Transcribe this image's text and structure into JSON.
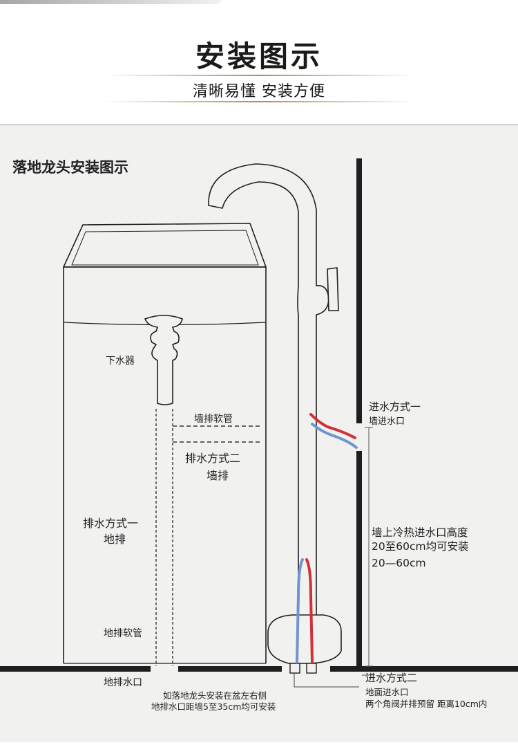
{
  "header": {
    "title": "安装图示",
    "subtitle": "清晰易懂 安装方便"
  },
  "diagram": {
    "title": "落地龙头安装图示",
    "labels": {
      "drain_fitting": "下水器",
      "wall_hose": "墙排软管",
      "drain_method_two": "排水方式二",
      "wall_drain": "墙排",
      "drain_method_one": "排水方式一",
      "floor_drain": "地排",
      "floor_hose": "地排软管",
      "floor_outlet": "地排水口",
      "note_line1": "如落地龙头安装在盆左右侧",
      "note_line2": "地排水口距墙5至35cm均可安装",
      "inlet_method_one": "进水方式一",
      "wall_inlet": "墙进水口",
      "height_line1": "墙上冷热进水口高度",
      "height_line2": "20至60cm均可安装",
      "height_range": "20—60cm",
      "inlet_method_two": "进水方式二",
      "floor_inlet": "地面进水口",
      "valves_note": "两个角阀并排预留 距离10cm内"
    },
    "colors": {
      "hot": "#d03038",
      "cold": "#6f95cf",
      "outline": "#1e1e1e",
      "panel": "#f1f1f0",
      "gold": "#b08e50"
    }
  }
}
